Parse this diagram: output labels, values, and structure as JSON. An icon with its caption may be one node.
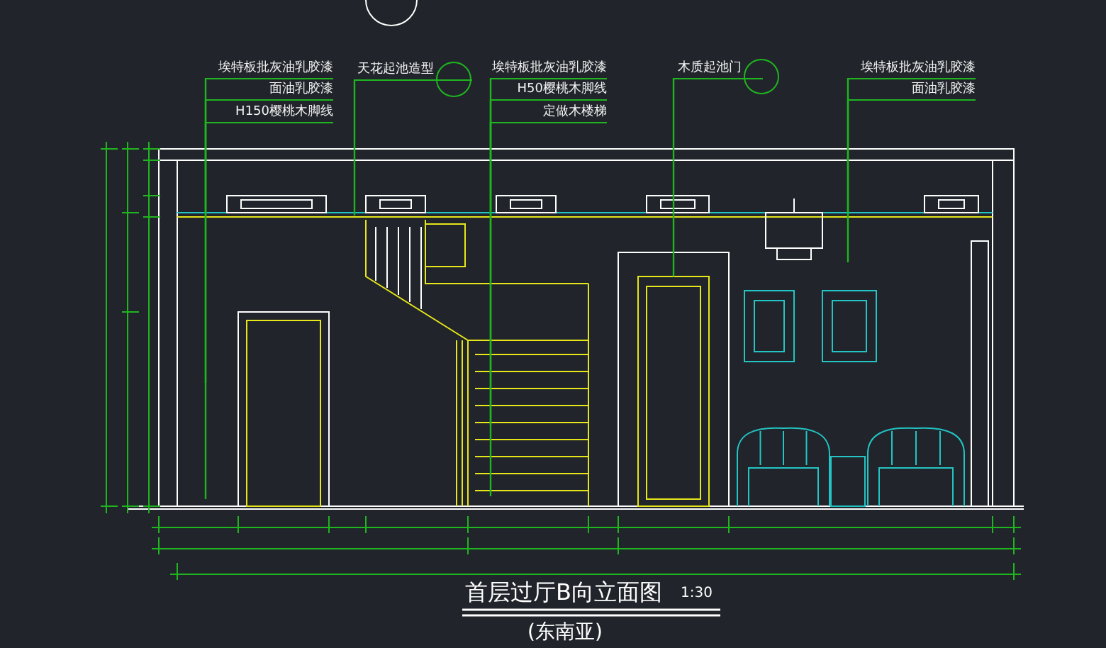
{
  "diagram": {
    "title": "首层过厅B向立面图",
    "caption": "(东南亚)",
    "nodes": [
      {
        "text": [
          "埃特板批灰油乳胶漆"
        ]
      },
      {
        "text": [
          "面油乳胶漆"
        ]
      },
      {
        "text": [
          "H150樱桃木脚线"
        ]
      },
      {
        "text": [
          "天花起池造型"
        ]
      },
      {
        "text": [
          "埃特板批灰油乳胶漆"
        ]
      },
      {
        "text": [
          "H50樱桃木脚线"
        ]
      },
      {
        "text": [
          "定做木楼梯"
        ]
      },
      {
        "text": [
          "木质起池门"
        ]
      },
      {
        "text": [
          "埃特板批灰油乳胶漆"
        ]
      },
      {
        "text": [
          "面油乳胶漆"
        ]
      }
    ],
    "edges": [
      {
        "from": 0,
        "to": null,
        "arrow": "none"
      },
      {
        "from": 1,
        "to": null,
        "arrow": "none"
      },
      {
        "from": 2,
        "to": null,
        "arrow": "none"
      },
      {
        "from": 3,
        "to": null,
        "arrow": "none"
      },
      {
        "from": 4,
        "to": null,
        "arrow": "none"
      },
      {
        "from": 5,
        "to": null,
        "arrow": "none"
      },
      {
        "from": 6,
        "to": null,
        "arrow": "none"
      },
      {
        "from": 7,
        "to": null,
        "arrow": "none"
      },
      {
        "from": 8,
        "to": null,
        "arrow": "none"
      },
      {
        "from": 9,
        "to": null,
        "arrow": "none"
      }
    ],
    "labels": [
      "1:30"
    ]
  }
}
